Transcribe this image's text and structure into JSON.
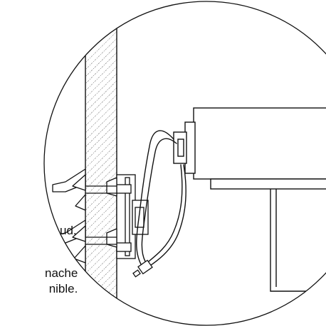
{
  "callouts": {
    "top_fragment": "ud.",
    "bottom_line1": "nache",
    "bottom_line2": "nible."
  },
  "colors": {
    "line": "#111111",
    "background": "#ffffff"
  }
}
